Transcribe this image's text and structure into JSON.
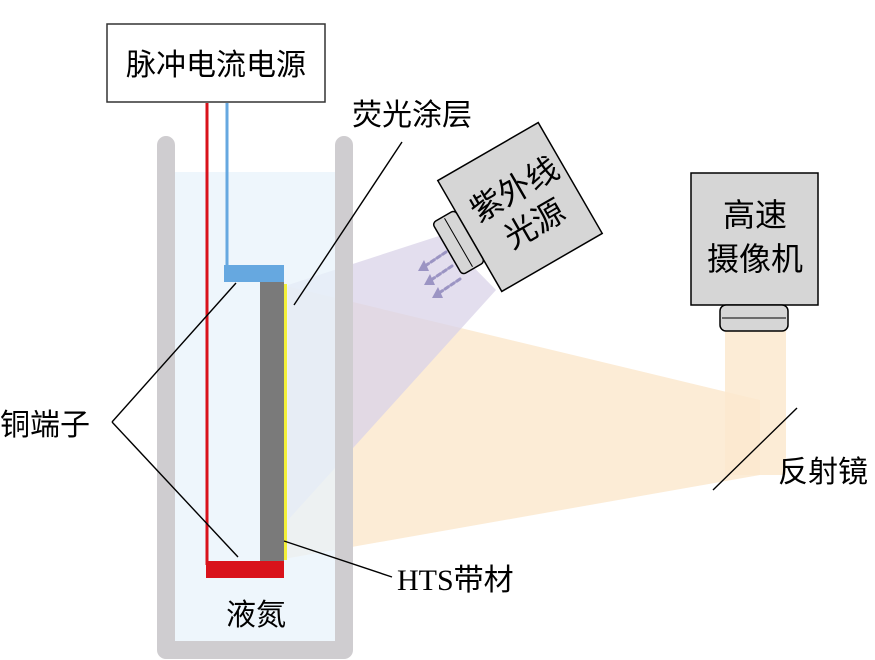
{
  "labels": {
    "power_supply": "脉冲电流电源",
    "fluorescent_coating": "荧光涂层",
    "uv_source_line1": "紫外线",
    "uv_source_line2": "光源",
    "camera_line1": "高速",
    "camera_line2": "摄像机",
    "copper_terminal": "铜端子",
    "mirror": "反射镜",
    "hts_tape": "HTS带材",
    "liquid_nitrogen": "液氮"
  },
  "colors": {
    "dewar_wall": "#cfcdd0",
    "liquid_nitrogen": "#e8f3fb",
    "copper_terminal_bottom": "#d9121b",
    "copper_terminal_top": "#66a8e0",
    "wire_red": "#d9121b",
    "wire_blue": "#66a8e0",
    "hts_tape": "#7a7a7a",
    "coating": "#f2ef3a",
    "uv_beam": "#d9d3e8",
    "reflected_beam": "#fbe9cf",
    "device_body": "#d6d6d6",
    "outline": "#000000"
  }
}
